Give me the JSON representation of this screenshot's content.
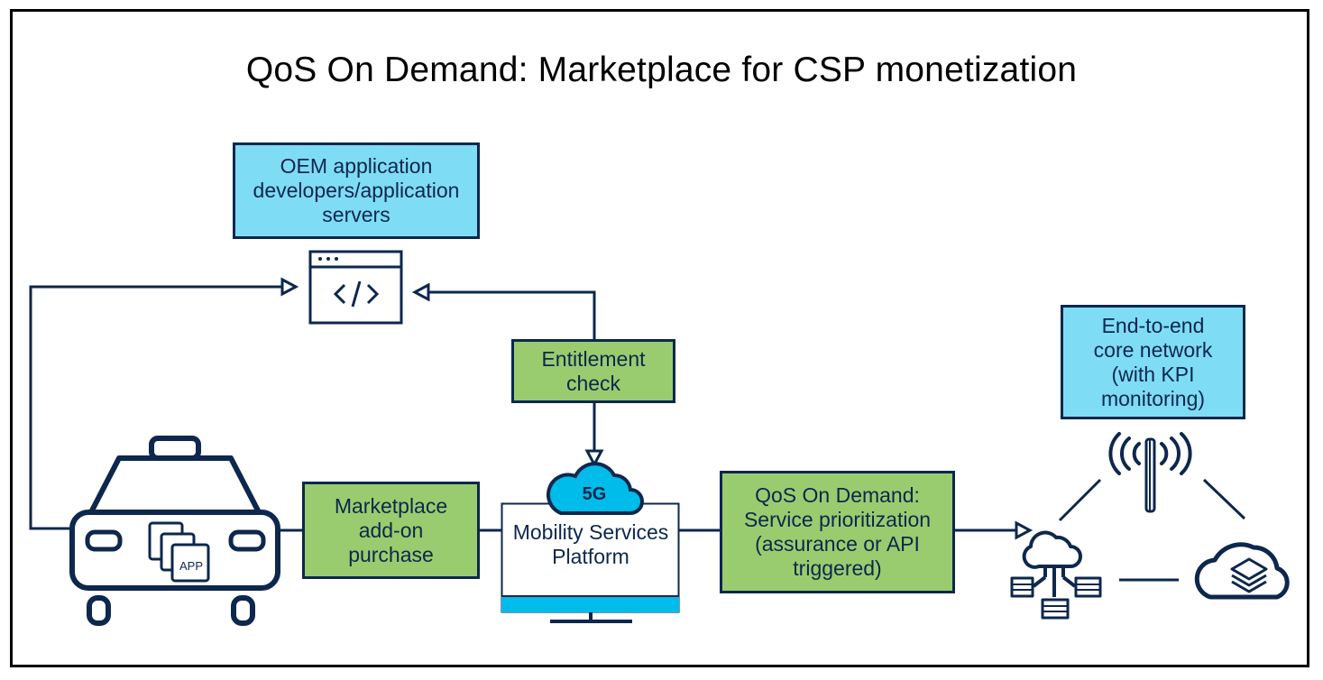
{
  "title": "QoS On Demand: Marketplace for CSP monetization",
  "boxes": {
    "oem": "OEM application developers/application servers",
    "entitlement": "Entitlement check",
    "marketplace": "Marketplace add-on purchase",
    "qos": "QoS On Demand: Service prioritization (assurance or API triggered)",
    "core": "End-to-end core network (with KPI monitoring)"
  },
  "platform": {
    "badge": "5G",
    "label": "Mobility Services Platform"
  },
  "app_badge": "APP",
  "colors": {
    "navy": "#0d274d",
    "blue_box": "#7fdcf5",
    "green_box": "#99cc6e",
    "cloud": "#00bceb"
  },
  "icons": [
    "code-window-icon",
    "car-icon",
    "app-stack-icon",
    "platform-monitor-icon",
    "cloud-5g-icon",
    "cell-tower-icon",
    "server-network-icon",
    "cloud-layers-icon"
  ]
}
